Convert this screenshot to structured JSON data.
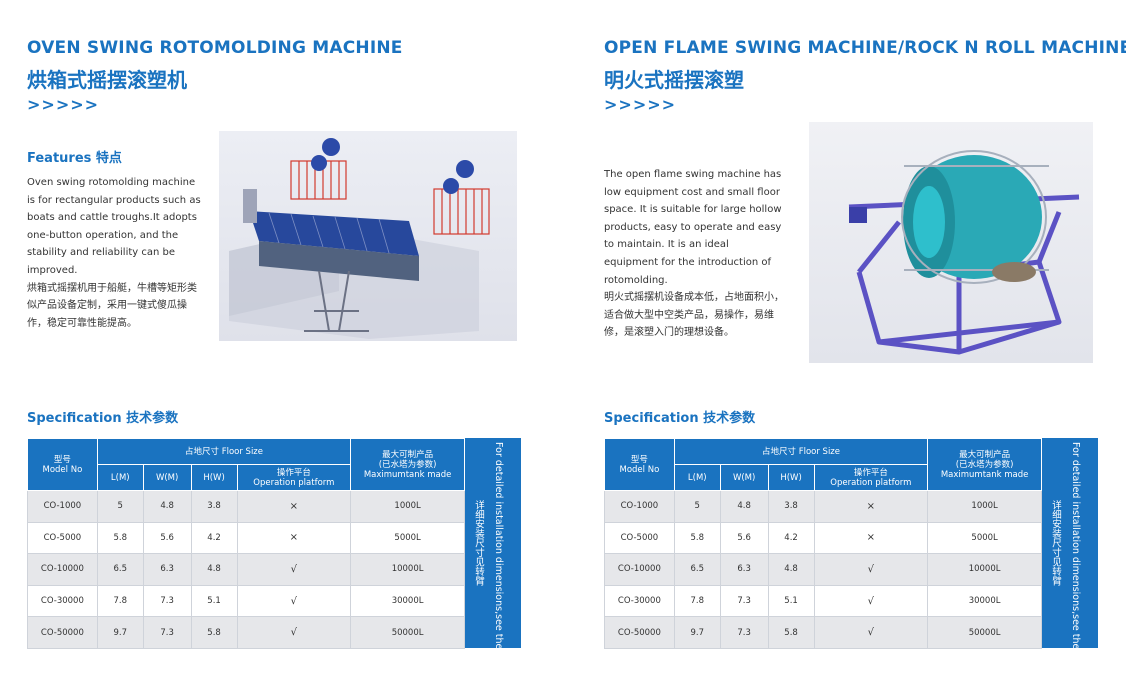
{
  "left": {
    "title_en": "OVEN SWING ROTOMOLDING MACHINE",
    "title_zh": "烘箱式摇摆滚塑机",
    "arrows": ">>>>>",
    "features_title": "Features 特点",
    "desc_en": "Oven swing rotomolding machine is for rectangular products such as boats and cattle troughs.It adopts one-button operation, and the stability and reliability can be improved.",
    "desc_zh": "烘箱式摇摆机用于船艇，牛槽等矩形类似产品设备定制，采用一键式傻瓜操作，稳定可靠性能提高。",
    "spec_title": "Specification 技术参数"
  },
  "right": {
    "title_en": "OPEN FLAME SWING MACHINE/ROCK N ROLL MACHINE",
    "title_zh": "明火式摇摆滚塑",
    "arrows": ">>>>>",
    "desc_en": "The open flame swing machine has low equipment cost and small floor space. It is suitable for large hollow products, easy to operate and easy to maintain. It is an ideal equipment for the introduction of rotomolding.",
    "desc_zh": "明火式摇摆机设备成本低，占地面积小，适合做大型中空类产品，易操作，易维修，是滚塑入门的理想设备。",
    "spec_title": "Specification 技术参数"
  },
  "table": {
    "model_zh": "型号",
    "model_en": "Model No",
    "floor_size": "占地尺寸 Floor Size",
    "max_zh": "最大可制产品",
    "max_sub": "(已水塔为参数)",
    "max_en": "Maximumtank made",
    "col_l": "L(M)",
    "col_w": "W(M)",
    "col_h": "H(W)",
    "platform_zh": "操作平台",
    "platform_en": "Operation platform",
    "side_en": "For detailed installation dimensions,see the arm",
    "side_zh": "详细安装尺寸见转臂",
    "rows": [
      {
        "model": "CO-1000",
        "l": "5",
        "w": "4.8",
        "h": "3.8",
        "platform": "×",
        "max": "1000L"
      },
      {
        "model": "CO-5000",
        "l": "5.8",
        "w": "5.6",
        "h": "4.2",
        "platform": "×",
        "max": "5000L"
      },
      {
        "model": "CO-10000",
        "l": "6.5",
        "w": "6.3",
        "h": "4.8",
        "platform": "√",
        "max": "10000L"
      },
      {
        "model": "CO-30000",
        "l": "7.8",
        "w": "7.3",
        "h": "5.1",
        "platform": "√",
        "max": "30000L"
      },
      {
        "model": "CO-50000",
        "l": "9.7",
        "w": "7.3",
        "h": "5.8",
        "platform": "√",
        "max": "50000L"
      }
    ]
  },
  "colors": {
    "brand_blue": "#1a73c0",
    "row_alt": "#e6e7ea"
  }
}
